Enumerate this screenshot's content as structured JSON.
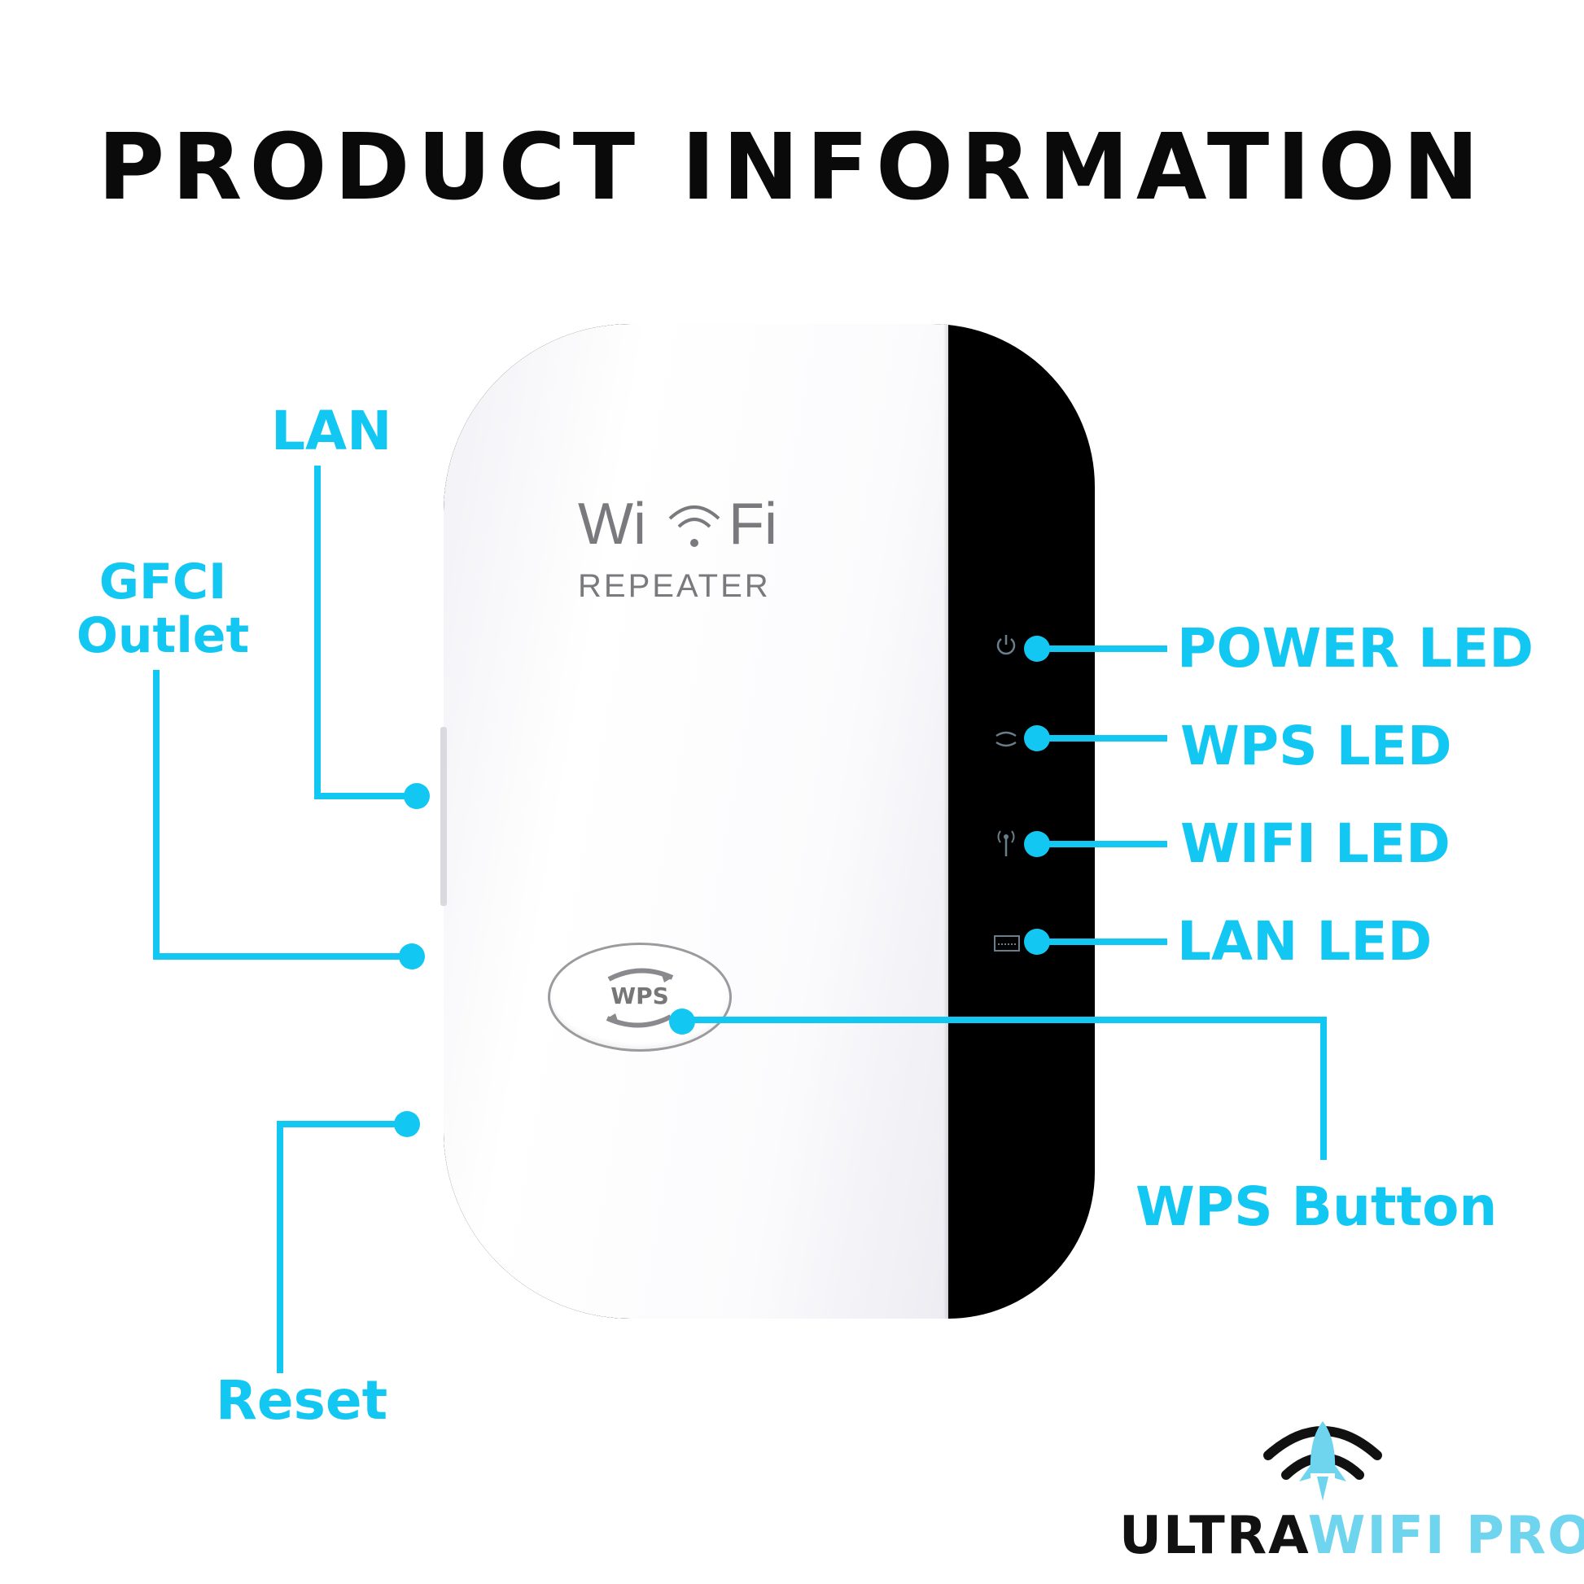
{
  "title": "PRODUCT INFORMATION",
  "colors": {
    "accent": "#12c8f2",
    "accent_light": "#6fd4ee",
    "device_black": "#000000"
  },
  "callouts": {
    "lan": "LAN",
    "gfci": "GFCI",
    "outlet": "Outlet",
    "reset": "Reset",
    "power_led": "POWER LED",
    "wps_led": "WPS LED",
    "wifi_led": "WIFI LED",
    "lan_led": "LAN LED",
    "wps_button": "WPS Button"
  },
  "device": {
    "brand_wi": "Wi",
    "brand_fi": "Fi",
    "brand_sub": "REPEATER",
    "wps_button_text": "WPS",
    "led_icons": [
      "power-icon",
      "wps-link-icon",
      "antenna-icon",
      "lan-port-icon"
    ]
  },
  "logo": {
    "part1": "ULTRA",
    "part2": "WIFI PRO"
  }
}
